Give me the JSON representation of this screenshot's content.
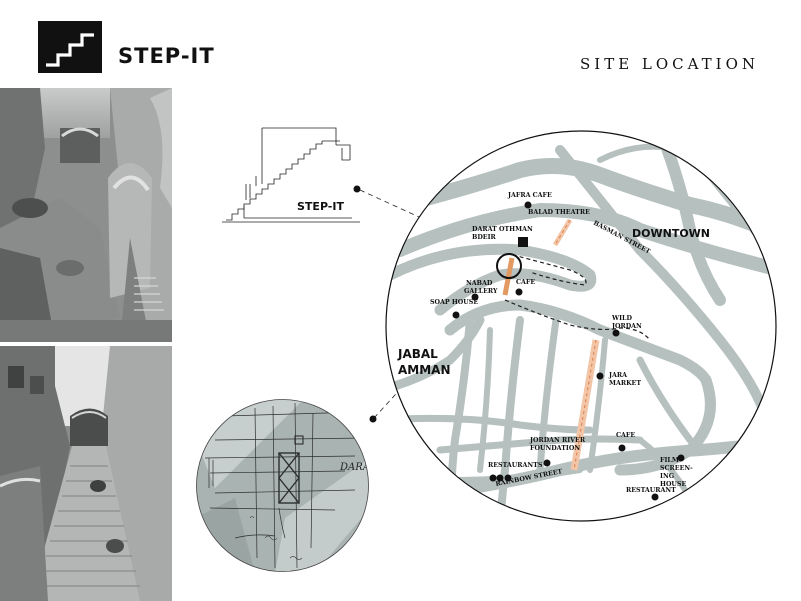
{
  "header": {
    "brand": "STEP-IT",
    "section_title": "SITE LOCATION",
    "logo_icon": "stairs-logo-icon"
  },
  "photos": [
    {
      "name": "photo-upper-stairs",
      "icon": "photo"
    },
    {
      "name": "photo-lower-stairs",
      "icon": "photo"
    }
  ],
  "step_sketch": {
    "label": "STEP-IT"
  },
  "map": {
    "districts": {
      "downtown": "DOWNTOWN",
      "jabal_amman_1": "JABAL",
      "jabal_amman_2": "AMMAN"
    },
    "streets": {
      "basman": "BASMAN STREET",
      "rainbow": "RAINBOW STREET"
    },
    "places": {
      "jafra_cafe": "JAFRA CAFE",
      "balad_theatre": "BALAD THEATRE",
      "darat_1": "DARAT OTHMAN",
      "darat_2": "BDEIR",
      "cafe_1": "CAFE",
      "nabad_1": "NABAD",
      "nabad_2": "GALLERY",
      "soap_house": "SOAP HOUSE",
      "wild_1": "WILD",
      "wild_2": "JORDAN",
      "jara_1": "JARA",
      "jara_2": "MARKET",
      "cafe_2": "CAFE",
      "jrf_1": "JORDAN RIVER",
      "jrf_2": "FOUNDATION",
      "restaurants": "RESTAURANTS",
      "film_1": "FILM",
      "film_2": "SCREEN-",
      "film_3": "ING",
      "film_4": "HOUSE",
      "restaurant": "RESTAURANT"
    },
    "colors": {
      "road": "#b5c0bf",
      "route": "#e39a62",
      "highlight": "#f2c5a6",
      "marker": "#111111"
    }
  },
  "detail_sketch": {
    "note": "DARA"
  }
}
